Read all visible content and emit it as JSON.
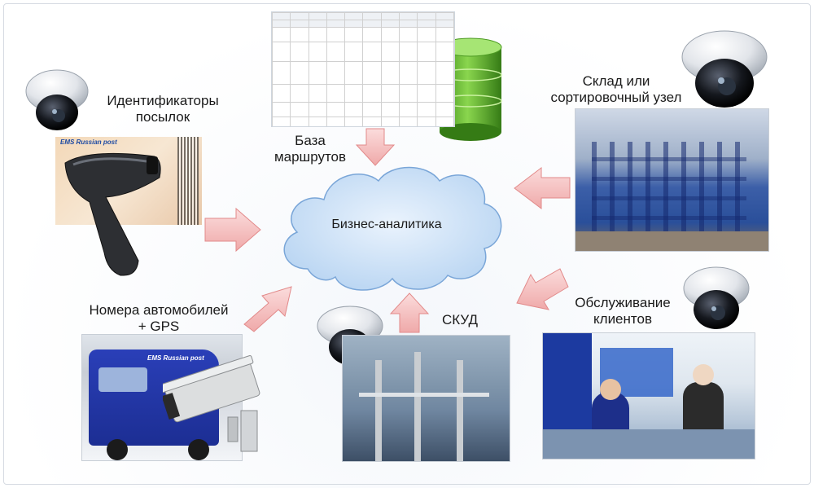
{
  "diagram": {
    "center": {
      "label": "Бизнес-аналитика"
    },
    "sources": [
      {
        "id": "parcel-ids",
        "label": "Идентификаторы\nпосылок"
      },
      {
        "id": "route-db",
        "label": "База\nмаршрутов"
      },
      {
        "id": "warehouse",
        "label": "Склад или\nсортировочный узел"
      },
      {
        "id": "vehicles",
        "label": "Номера автомобилей\n+ GPS"
      },
      {
        "id": "access-control",
        "label": "СКУД"
      },
      {
        "id": "customer-service",
        "label": "Обслуживание\nклиентов"
      }
    ],
    "barcode_sticker": {
      "logo_text": "EMS Russian post"
    },
    "van_logo": "EMS Russian post",
    "colors": {
      "arrow_fill": "#f6c3c3",
      "arrow_stroke": "#e28a8a",
      "cloud_fill": "#cfe2f7",
      "cloud_stroke": "#7aa6d8",
      "db_orange": "#e89a2c",
      "db_green": "#6cc23a"
    }
  }
}
